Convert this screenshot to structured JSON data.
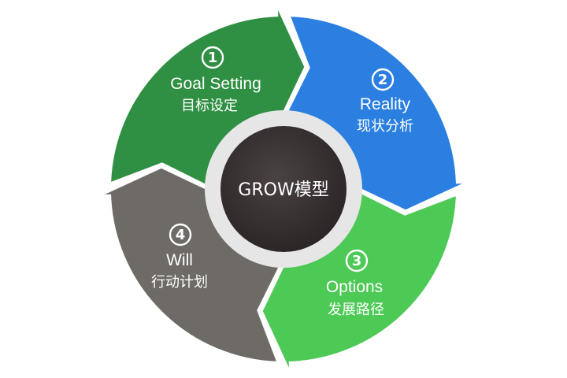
{
  "center": {
    "label": "GROW模型"
  },
  "colors": {
    "goal": "#2f8f43",
    "reality": "#2b7fe0",
    "options": "#4dc956",
    "will": "#6e6a66",
    "hub": "#3a3334",
    "ring": "#e6e6e6"
  },
  "steps": [
    {
      "number": "1",
      "title": "Goal Setting",
      "subtitle": "目标设定",
      "icon": "circled-number-1"
    },
    {
      "number": "2",
      "title": "Reality",
      "subtitle": "现状分析",
      "icon": "circled-number-2"
    },
    {
      "number": "3",
      "title": "Options",
      "subtitle": "发展路径",
      "icon": "circled-number-3"
    },
    {
      "number": "4",
      "title": "Will",
      "subtitle": "行动计划",
      "icon": "circled-number-4"
    }
  ]
}
